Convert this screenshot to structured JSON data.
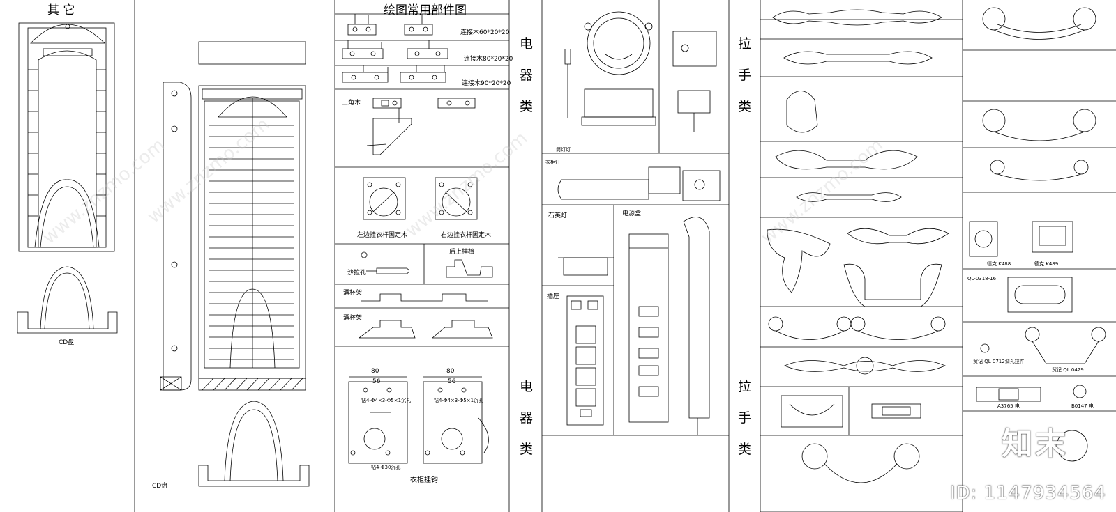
{
  "headers": {
    "other": "其    它",
    "parts": "绘图常用部件图"
  },
  "side_labels": {
    "electrical": [
      "电",
      "器",
      "类"
    ],
    "handles": [
      "拉",
      "手",
      "类"
    ]
  },
  "parts_labels": {
    "connector_60": "连接木60*20*20",
    "connector_80": "连接木80*20*20",
    "connector_90": "连接木90*20*20",
    "triangle": "三角木",
    "left_hanger": "左边挂衣杆固定木",
    "right_hanger": "右边挂衣杆固定木",
    "bottom_bar": "后上横档",
    "sofa_hole": "沙拉孔",
    "wine_rack_1": "酒杯架",
    "wine_rack_2": "酒杯架",
    "hook": "衣柜挂钩",
    "dim_80a": "80",
    "dim_56a": "56",
    "dim_80b": "80",
    "dim_56b": "56",
    "hole_note_a": "钻4-Φ4×3-Φ5×1沉孔",
    "hole_note_b": "钻4-Φ4×3-Φ5×1沉孔",
    "hole_bottom": "钻4-Φ30沉孔"
  },
  "cd_labels": {
    "cd_left": "CD盘",
    "cd_mid": "CD盘"
  },
  "electrical_labels": {
    "ceiling_lamp": "筒灯灯",
    "cabinet_lamp": "衣柜灯",
    "quartz_lamp": "石英灯",
    "power_box": "电源盒",
    "socket": "插座"
  },
  "handle_labels": {
    "k488": "德克  K488",
    "k489": "德克  K489",
    "ql0318": "QL-0318-16",
    "ql0712": "贸记  QL 0712调孔拉件",
    "ql0429": "贸记  QL 0429",
    "a3765": "A3765 电",
    "b0147": "B0147 电"
  },
  "brand": {
    "logo": "知末",
    "id": "ID: 1147934564",
    "watermark": "www.znzmo.com"
  }
}
